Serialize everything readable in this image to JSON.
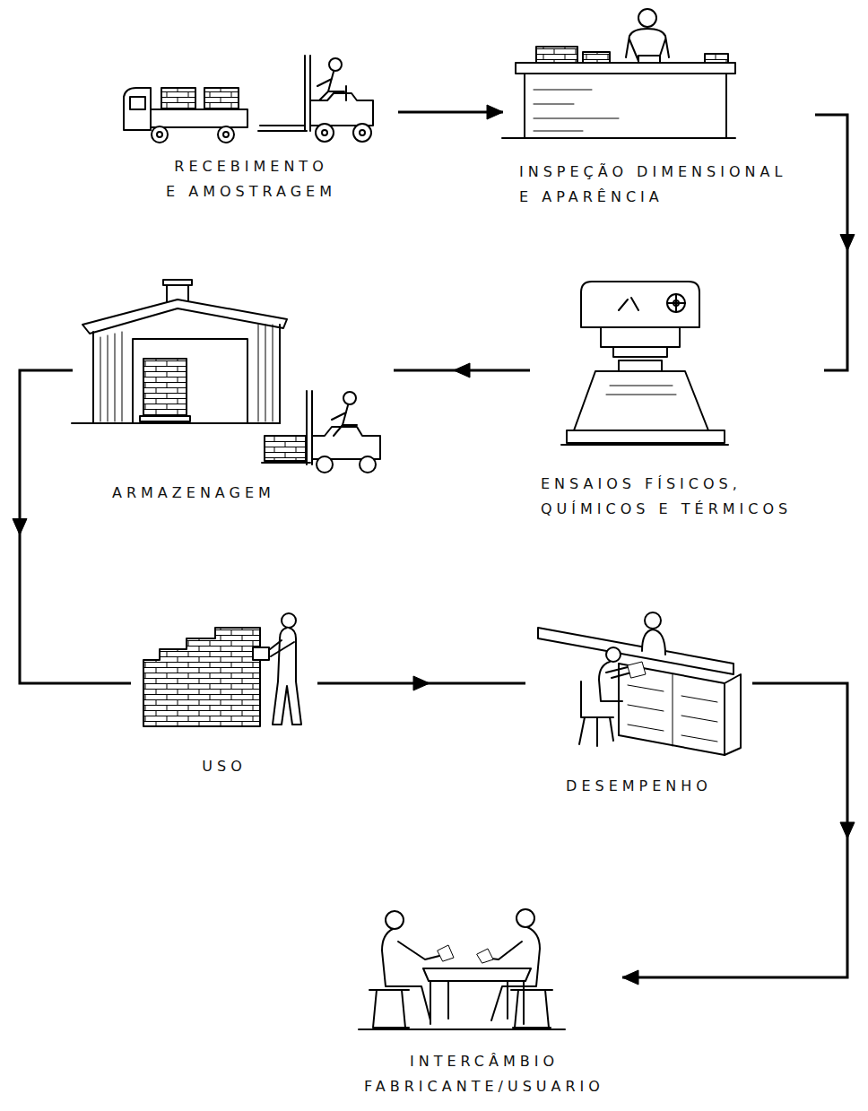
{
  "diagram": {
    "nodes": [
      {
        "text": [
          "RECEBIMENTO E AMOSTRAGEM"
        ]
      },
      {
        "text": [
          "INSPEÇÃO DIMENSIONAL E APARÊNCIA"
        ]
      },
      {
        "text": [
          "ENSAIOS FÍSICOS, QUÍMICOS E TÉRMICOS"
        ]
      },
      {
        "text": [
          "ARMAZENAGEM"
        ]
      },
      {
        "text": [
          "USO"
        ]
      },
      {
        "text": [
          "DESEMPENHO"
        ]
      },
      {
        "text": [
          "INTERCÂMBIO FABRICANTE/USUARIO"
        ]
      }
    ],
    "edges": [
      {
        "from": 0,
        "to": 1,
        "arrow": "to"
      },
      {
        "from": 1,
        "to": 2,
        "arrow": "to"
      },
      {
        "from": 2,
        "to": 3,
        "arrow": "to"
      },
      {
        "from": 3,
        "to": 4,
        "arrow": "to"
      },
      {
        "from": 4,
        "to": 5,
        "arrow": "to"
      },
      {
        "from": 5,
        "to": 6,
        "arrow": "to"
      }
    ]
  }
}
